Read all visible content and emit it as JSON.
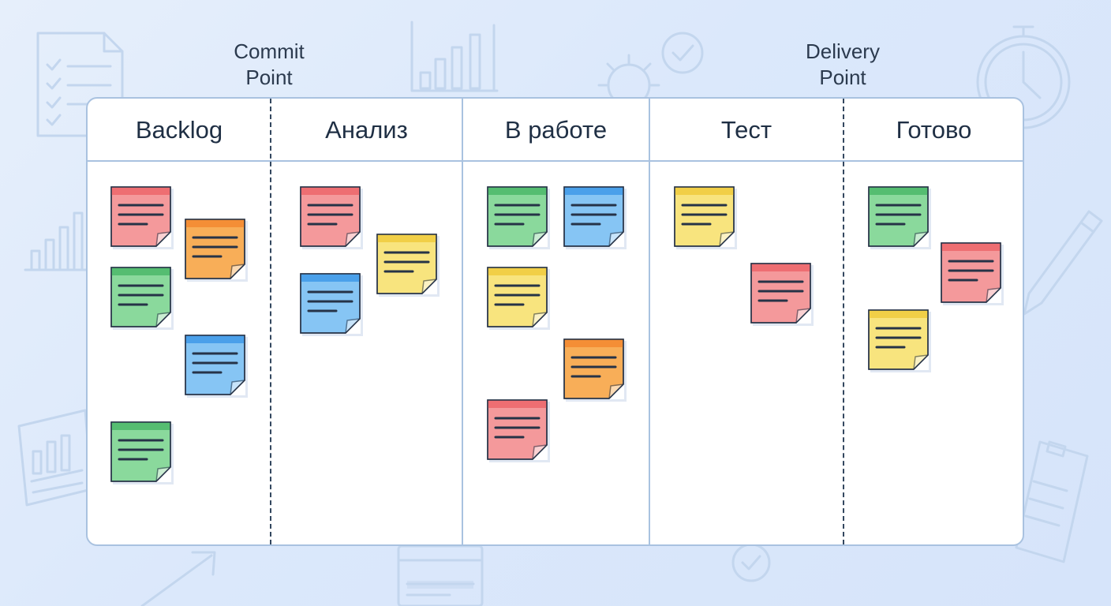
{
  "markers": {
    "commit": "Commit\nPoint",
    "delivery": "Delivery\nPoint"
  },
  "columns": [
    {
      "title": "Backlog"
    },
    {
      "title": "Анализ"
    },
    {
      "title": "В работе"
    },
    {
      "title": "Тест"
    },
    {
      "title": "Готово"
    }
  ],
  "colors": {
    "red": {
      "body": "#f4999b",
      "top": "#ee6e72"
    },
    "orange": {
      "body": "#f8ae58",
      "top": "#f48e36"
    },
    "green": {
      "body": "#8ad99c",
      "top": "#55bd71"
    },
    "blue": {
      "body": "#86c5f4",
      "top": "#4aa0ea"
    },
    "yellow": {
      "body": "#f8e47e",
      "top": "#f1cf47"
    },
    "line": "#263347",
    "board_border": "#a9c2e0",
    "background": "#dbe8fb"
  },
  "icons": [
    "checklist-document-icon",
    "bar-chart-icon",
    "gear-icon",
    "check-circle-icon",
    "stopwatch-icon",
    "pen-icon",
    "clipboard-icon",
    "arrow-up-right-icon",
    "report-chart-icon",
    "browser-window-icon"
  ]
}
